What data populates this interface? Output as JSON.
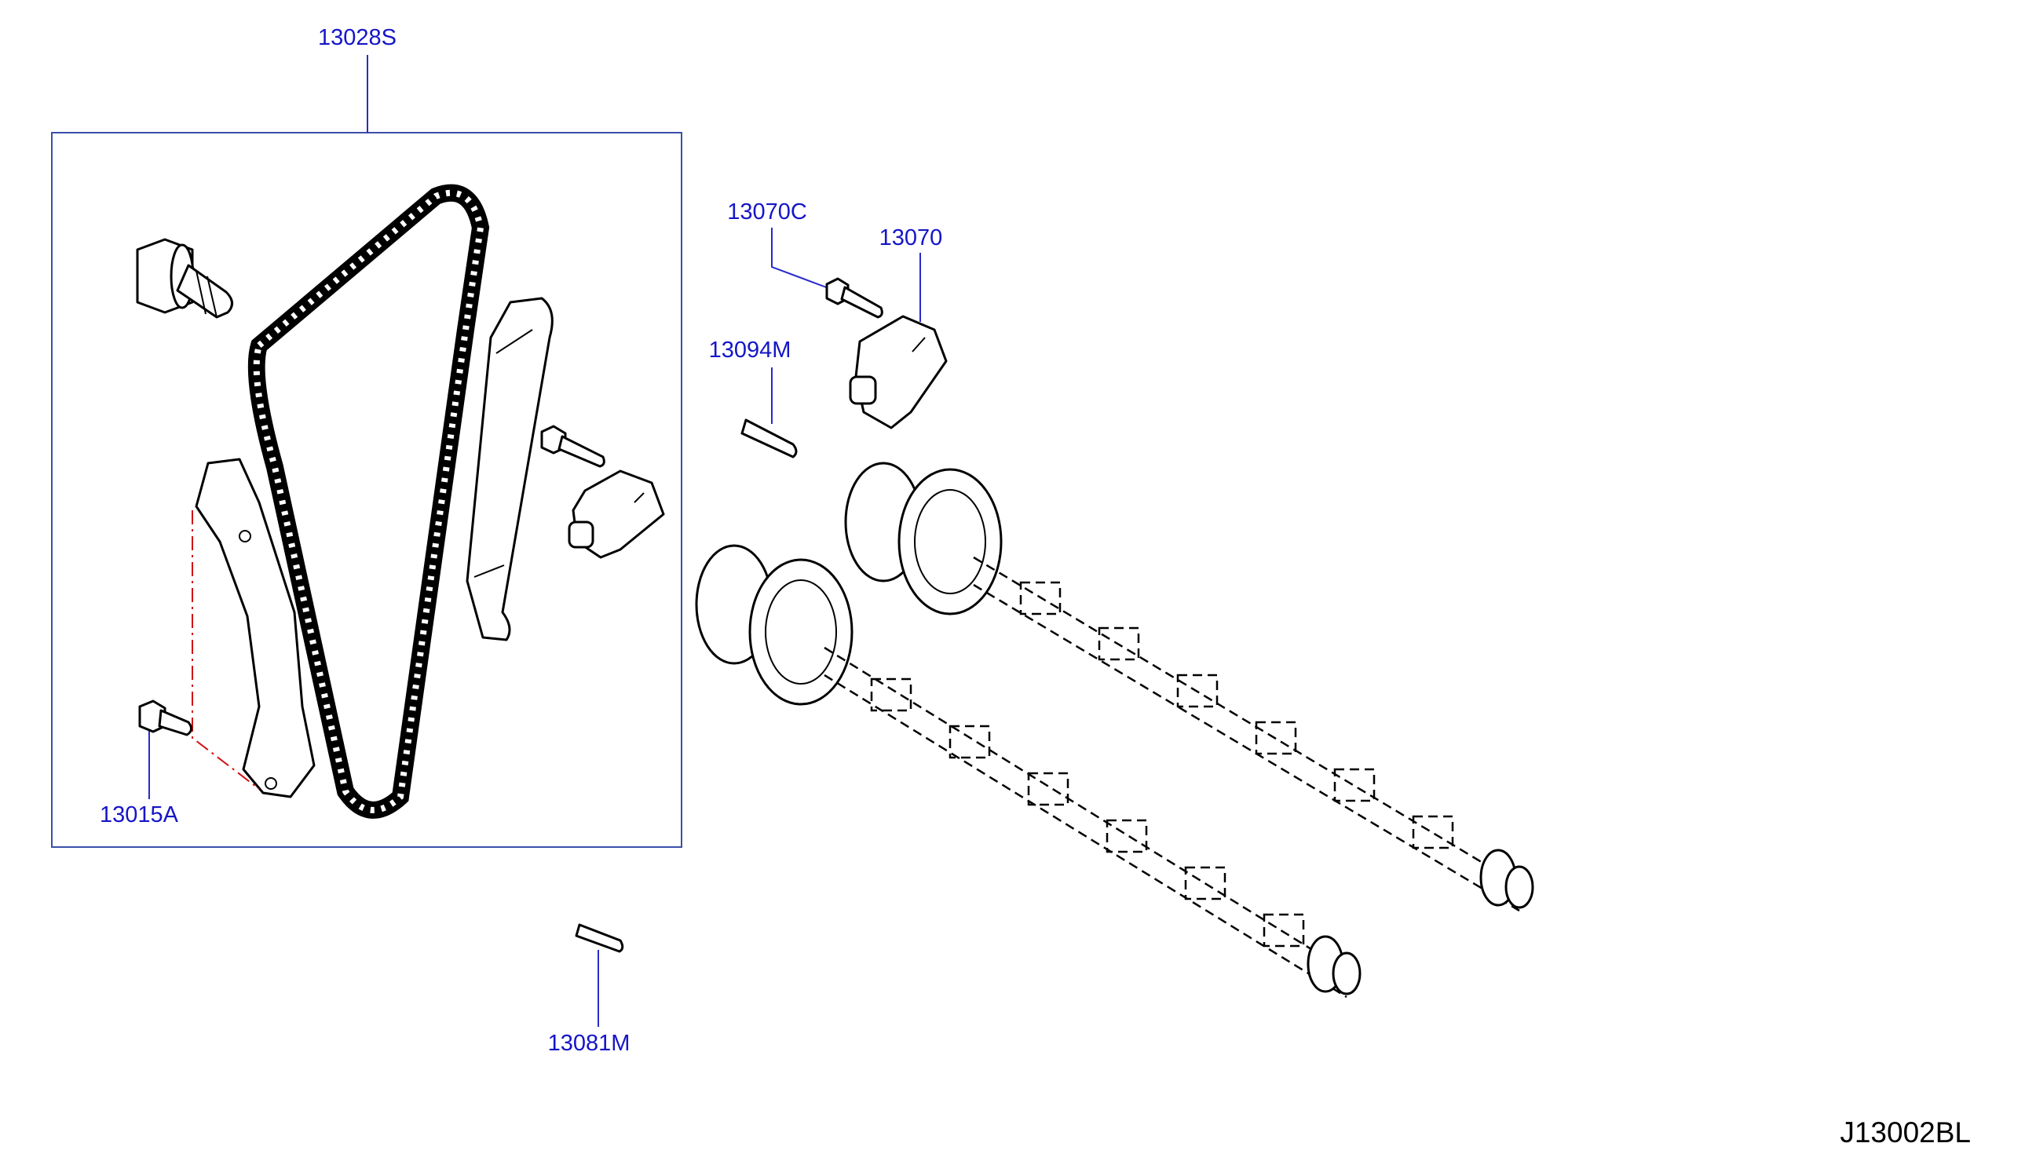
{
  "colors": {
    "label": "#1515c8",
    "leader": "#2a2acc",
    "frame": "#3a4fa8",
    "linework": "#000000",
    "alignment_line": "#d01010"
  },
  "labels": {
    "chain_kit": "13028S",
    "guide_bolt": "13015A",
    "tensioner_bolt": "13070C",
    "tensioner": "13070",
    "pin_upper": "13094M",
    "pin_lower": "13081M"
  },
  "diagram_id": "J13002BL"
}
